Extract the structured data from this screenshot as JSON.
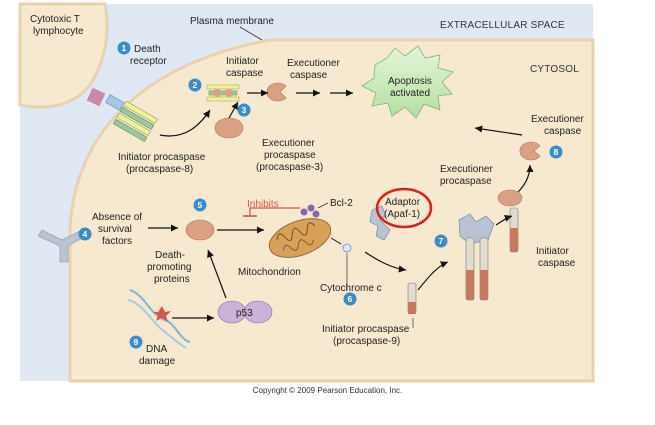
{
  "labels": {
    "cytotoxic_t": [
      "Cytotoxic T",
      "lymphocyte"
    ],
    "plasma_membrane": "Plasma membrane",
    "extracellular_space": "EXTRACELLULAR SPACE",
    "cytosol": "CYTOSOL",
    "death_receptor": [
      "Death",
      "receptor"
    ],
    "initiator_caspase_top": [
      "Initiator",
      "caspase"
    ],
    "executioner_caspase_top": [
      "Executioner",
      "caspase"
    ],
    "apoptosis_activated": [
      "Apoptosis",
      "activated"
    ],
    "initiator_procaspase_8": [
      "Initiator procaspase",
      "(procaspase-8)"
    ],
    "executioner_procaspase_3": [
      "Executioner",
      "procaspase",
      "(procaspase-3)"
    ],
    "executioner_caspase_right": [
      "Executioner",
      "caspase"
    ],
    "executioner_procaspase_right": [
      "Executioner",
      "procaspase"
    ],
    "absence_survival": [
      "Absence of",
      "survival",
      "factors"
    ],
    "inhibits": "Inhibits",
    "bcl2": "Bcl-2",
    "adaptor": [
      "Adaptor",
      "(Apaf-1)"
    ],
    "death_promoting": [
      "Death-",
      "promoting",
      "proteins"
    ],
    "mitochondrion": "Mitochondrion",
    "cytochrome_c": "Cytochrome c",
    "initiator_caspase_right": [
      "Initiator",
      "caspase"
    ],
    "initiator_procaspase_9": [
      "Initiator procaspase",
      "(procaspase-9)"
    ],
    "p53": "p53",
    "dna_damage": [
      "DNA",
      "damage"
    ]
  },
  "steps": [
    "1",
    "2",
    "3",
    "4",
    "5",
    "6",
    "7",
    "8",
    "9"
  ],
  "copyright": "Copyright © 2009 Pearson Education, Inc.",
  "colors": {
    "cell_fill": "#f7e9cf",
    "extracellular_fill": "#dfe8f3",
    "step_circle": "#3a8dc8",
    "caspase": "#d9a083",
    "inhibits": "#d9534f",
    "highlight_ring": "#e01b1b",
    "apoptosis_star": "#c6e8b5"
  }
}
